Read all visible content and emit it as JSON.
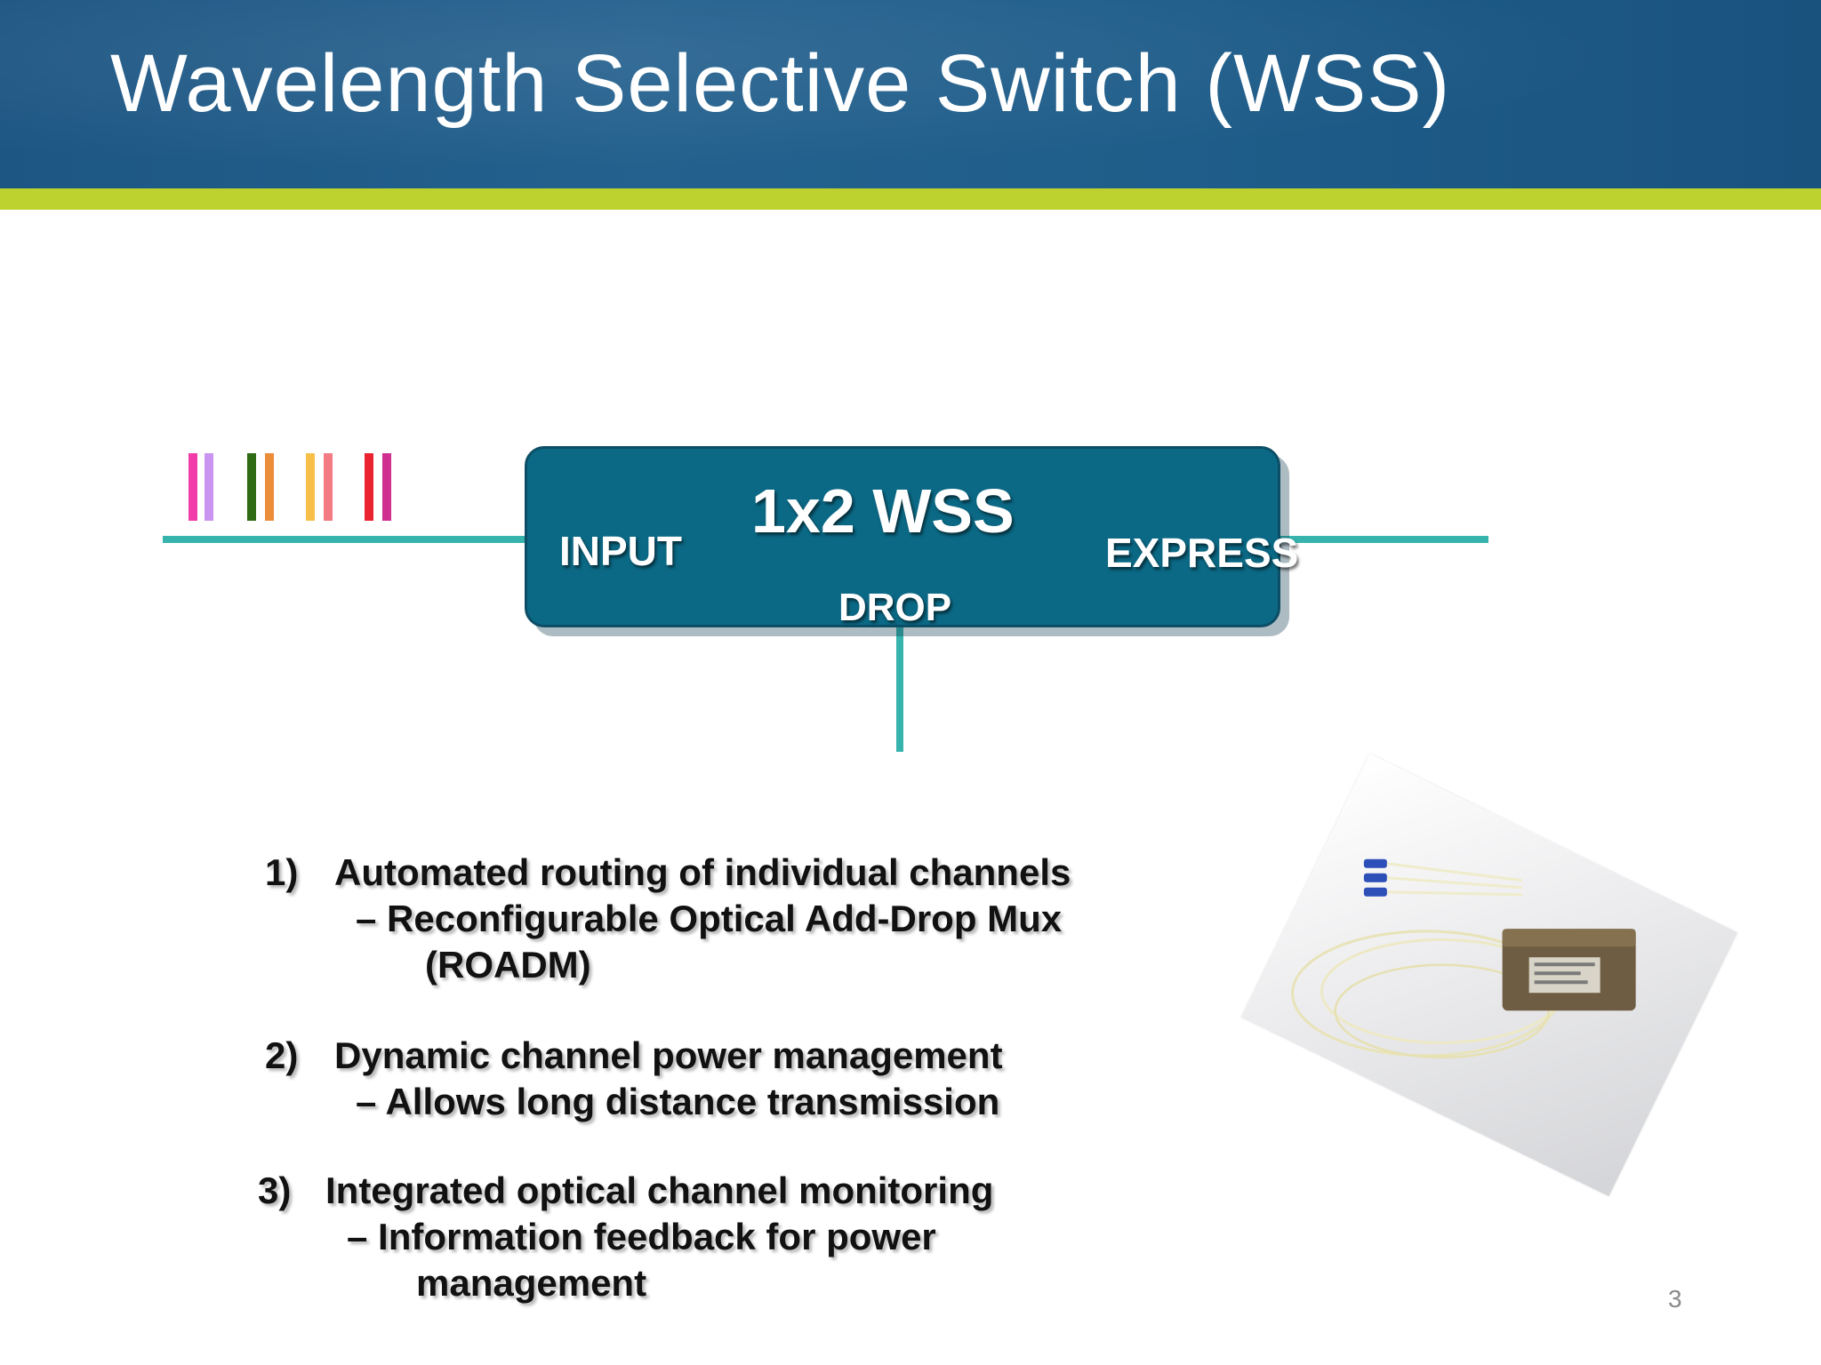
{
  "slide": {
    "title": "Wavelength Selective Switch (WSS)",
    "page_number": "3"
  },
  "diagram": {
    "box_title": "1x2  WSS",
    "input_label": "INPUT",
    "express_label": "EXPRESS",
    "drop_label": "DROP",
    "line_color": "#36b3ac",
    "box_color": "#0b6985",
    "channel_colors": [
      "#f23ca9",
      "#c995f0",
      "#2f6b12",
      "#ec8d3a",
      "#f7c04b",
      "#f47a83",
      "#e9232f",
      "#cf2f8f"
    ]
  },
  "list": {
    "items": [
      {
        "num": "1)",
        "main": "Automated routing of individual channels",
        "sub": [
          "– Reconfigurable Optical Add-Drop Mux",
          "(ROADM)"
        ]
      },
      {
        "num": "2)",
        "main": "Dynamic channel power management",
        "sub": [
          "– Allows long distance transmission"
        ]
      },
      {
        "num": "3)",
        "main": "Integrated optical channel monitoring",
        "sub": [
          "– Information feedback for power",
          "management"
        ]
      }
    ]
  }
}
